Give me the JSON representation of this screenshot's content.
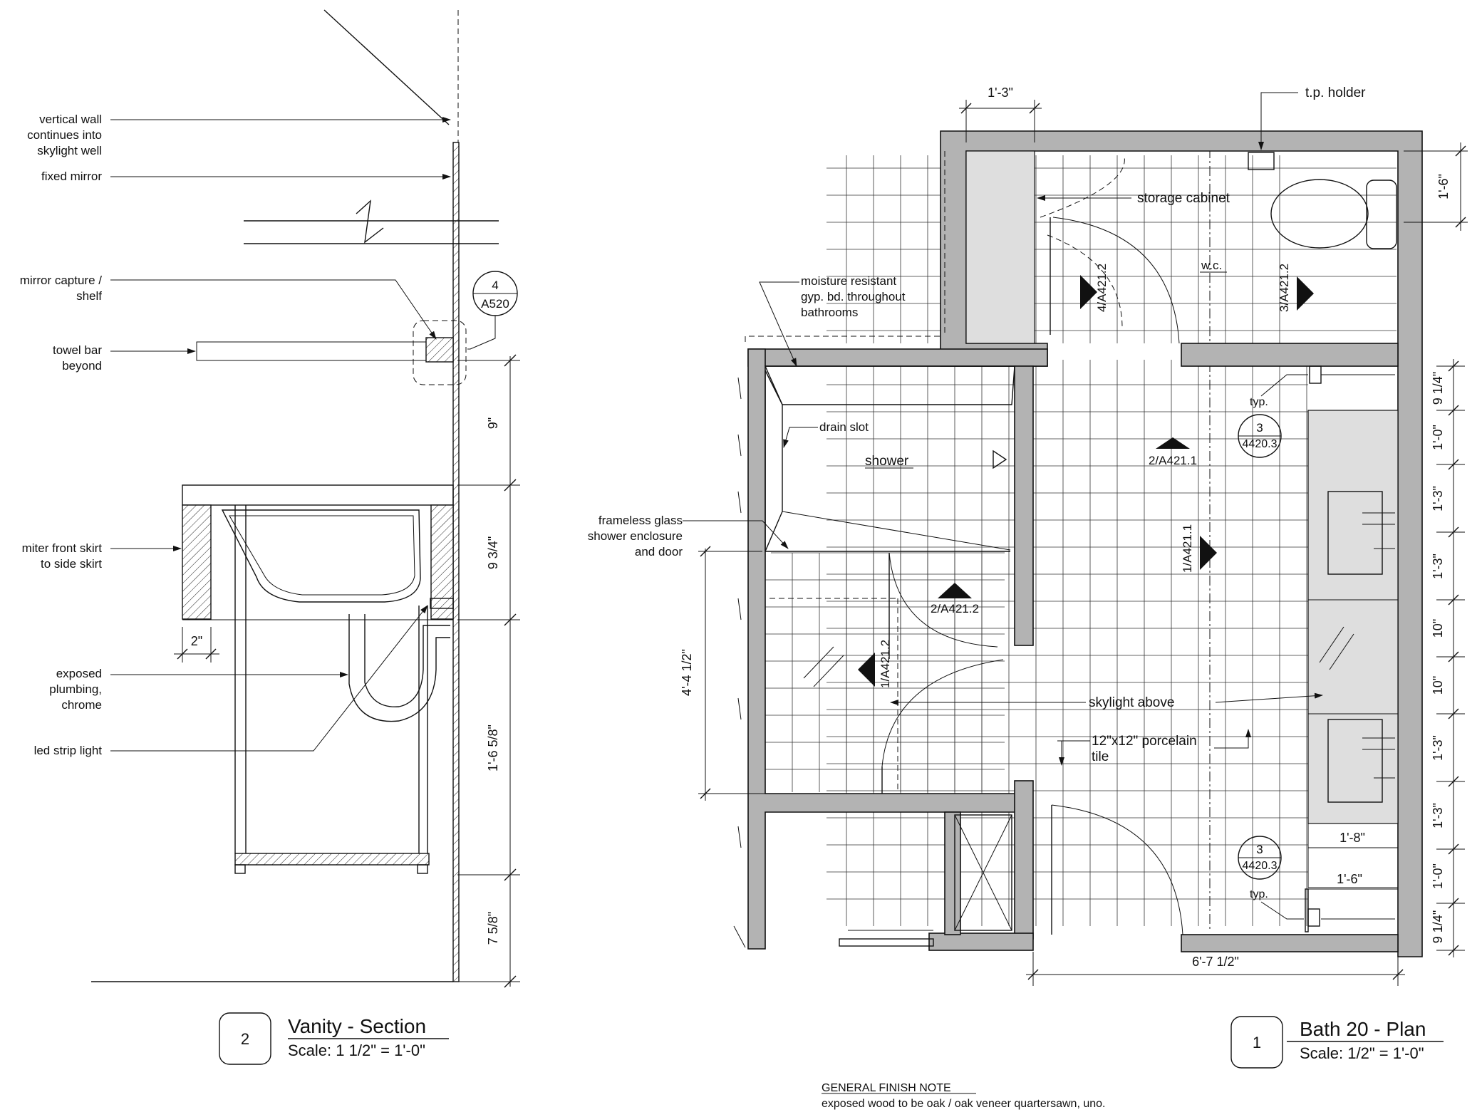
{
  "left_view": {
    "labels": {
      "vertical_wall": [
        "vertical wall",
        "continues into",
        "skylight well"
      ],
      "fixed_mirror": "fixed mirror",
      "mirror_capture": [
        "mirror capture /",
        "shelf"
      ],
      "towel_bar": [
        "towel bar",
        "beyond"
      ],
      "miter_skirt": [
        "miter front skirt",
        "to side skirt"
      ],
      "exposed_plumbing": [
        "exposed",
        "plumbing,",
        "chrome"
      ],
      "led_strip": "led strip light"
    },
    "detail_tag": {
      "number": "4",
      "sheet": "A520"
    },
    "dims": {
      "d1": "9\"",
      "d2": "9 3/4\"",
      "d3": "1'-6 5/8\"",
      "d4": "7 5/8\"",
      "skirt": "2\""
    },
    "title_block": {
      "number": "2",
      "title": "Vanity - Section",
      "scale": "Scale: 1 1/2\" = 1'-0\""
    }
  },
  "plan_view": {
    "labels": {
      "tp_holder": "t.p. holder",
      "storage_cabinet": "storage cabinet",
      "wc": "w.c.",
      "moisture": [
        "moisture resistant",
        "gyp. bd. throughout",
        "bathrooms"
      ],
      "drain_slot": "drain slot",
      "shower": "shower",
      "frameless": [
        "frameless glass",
        "shower enclosure",
        "and door"
      ],
      "skylight": "skylight above",
      "tile": [
        "12\"x12\" porcelain",
        "tile"
      ],
      "typ": "typ."
    },
    "section_marks": {
      "m1": "4/A421.2",
      "m2": "3/A421.2",
      "m3": "2/A421.1",
      "m4": "1/A421.1",
      "m5": "2/A421.2",
      "m6": "1/A421.2"
    },
    "detail_tags": [
      {
        "number": "3",
        "sheet": "4420.3"
      },
      {
        "number": "3",
        "sheet": "4420.3"
      }
    ],
    "dims": {
      "top": "1'-3\"",
      "wc_right": "1'-6\"",
      "shower_left": "4'-4 1/2\"",
      "bottom": "6'-7 1/2\"",
      "sink_depth": "1'-8\"",
      "cab_depth": "1'-6\"",
      "right_chain": [
        "9 1/4\"",
        "1'-0\"",
        "1'-3\"",
        "1'-3\"",
        "10\"",
        "10\"",
        "1'-3\"",
        "1'-3\"",
        "1'-0\"",
        "9 1/4\""
      ]
    },
    "title_block": {
      "number": "1",
      "title": "Bath 20 - Plan",
      "scale": "Scale: 1/2\" = 1'-0\""
    }
  },
  "general_note": {
    "heading": "GENERAL FINISH NOTE",
    "text": "exposed wood to be oak / oak veneer quartersawn, uno."
  }
}
